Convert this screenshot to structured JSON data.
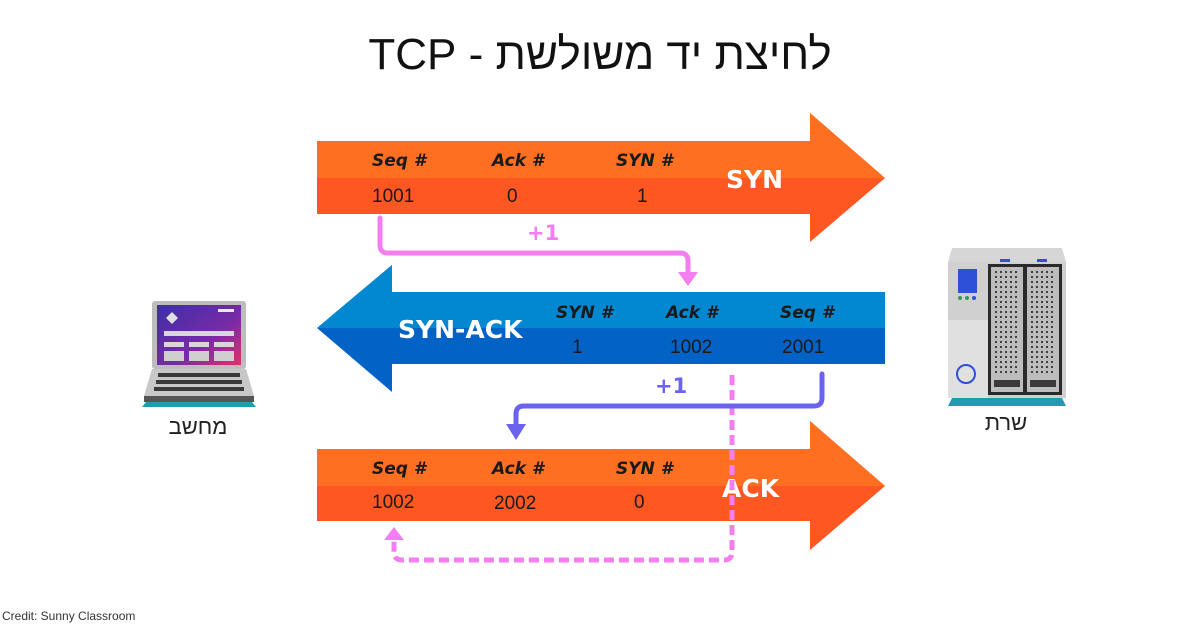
{
  "title": "לחיצת יד משולשת - TCP",
  "colors": {
    "orange_light": "#ff6f22",
    "orange_dark": "#ff5722",
    "blue_light": "#0288d1",
    "blue_dark": "#0262c6",
    "pink": "#f47df0",
    "purple": "#6b63f0",
    "teal": "#1f9bb3"
  },
  "packets": [
    {
      "label": "SYN",
      "direction": "right",
      "fields": [
        {
          "header": "Seq #",
          "value": "1001"
        },
        {
          "header": "Ack #",
          "value": "0"
        },
        {
          "header": "SYN #",
          "value": "1"
        }
      ]
    },
    {
      "label": "SYN-ACK",
      "direction": "left",
      "fields": [
        {
          "header": "SYN #",
          "value": "1"
        },
        {
          "header": "Ack #",
          "value": "1002"
        },
        {
          "header": "Seq #",
          "value": "2001"
        }
      ]
    },
    {
      "label": "ACK",
      "direction": "right",
      "fields": [
        {
          "header": "Seq #",
          "value": "1002"
        },
        {
          "header": "Ack #",
          "value": "2002"
        },
        {
          "header": "SYN #",
          "value": "0"
        }
      ]
    }
  ],
  "increments": [
    {
      "label": "+1",
      "from": "SYN Seq #",
      "to": "SYN-ACK Ack #"
    },
    {
      "label": "+1",
      "from": "SYN-ACK Seq #",
      "to": "ACK Ack #"
    }
  ],
  "devices": {
    "client": {
      "label": "מחשב",
      "icon": "laptop-icon"
    },
    "server": {
      "label": "שרת",
      "icon": "server-icon"
    }
  },
  "credit": "Credit: Sunny Classroom"
}
